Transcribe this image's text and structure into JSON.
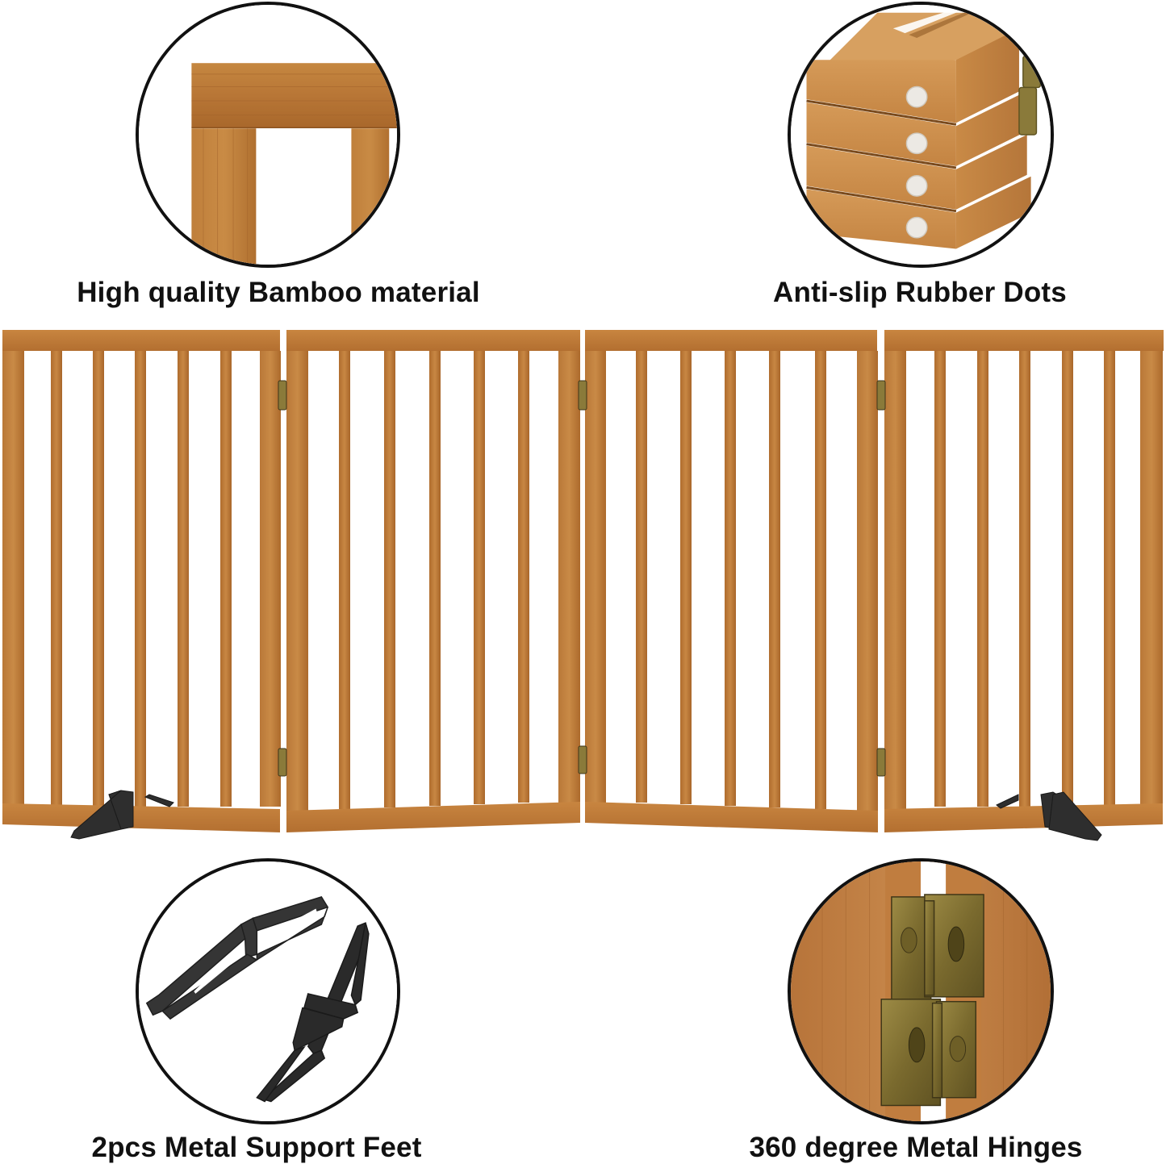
{
  "product": {
    "type": "folding pet gate",
    "panel_count": 4,
    "slats_per_panel": 5,
    "support_feet_count": 2
  },
  "features": [
    {
      "id": "bamboo",
      "caption": "High quality Bamboo material",
      "icon": "bamboo-frame-closeup"
    },
    {
      "id": "rubber-dots",
      "caption": "Anti-slip Rubber Dots",
      "icon": "rubber-dot-closeup"
    },
    {
      "id": "support-feet",
      "caption": "2pcs Metal Support Feet",
      "icon": "metal-feet-closeup"
    },
    {
      "id": "hinges",
      "caption": "360 degree Metal Hinges",
      "icon": "metal-hinge-closeup"
    }
  ],
  "colors": {
    "background": "#ffffff",
    "wood": "#c07a35",
    "wood_dark": "#9a5c22",
    "wood_light": "#d89a55",
    "metal_black": "#2b2b2b",
    "brass": "#8a7a3a",
    "text": "#111111",
    "circle_border": "#111111"
  }
}
